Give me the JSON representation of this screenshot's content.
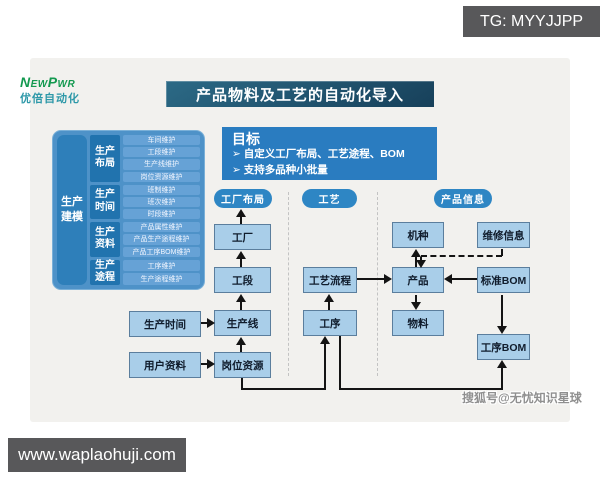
{
  "badges": {
    "top_right": "TG: MYYJJPP",
    "bottom_left": "www.waplaohuji.com"
  },
  "logo": {
    "brand": "NewPwr",
    "subtitle": "优倍自动化"
  },
  "slide": {
    "title": "产品物料及工艺的自动化导入"
  },
  "goals": {
    "heading": "目标",
    "bullet1": "➢ 自定义工厂布局、工艺途程、BOM",
    "bullet2": "➢ 支持多品种小批量"
  },
  "tree": {
    "root": "生产建模",
    "groups": [
      {
        "label": "生产布局",
        "items": [
          "车间维护",
          "工段维护",
          "生产线维护",
          "岗位资源维护"
        ]
      },
      {
        "label": "生产时间",
        "items": [
          "班制维护",
          "班次维护",
          "时段维护"
        ]
      },
      {
        "label": "生产资料",
        "items": [
          "产品属性维护",
          "产品生产途程维护",
          "产品工序BOM维护"
        ]
      },
      {
        "label": "生产途程",
        "items": [
          "工序维护",
          "生产途程维护"
        ]
      }
    ]
  },
  "sections": {
    "factory_layout": "工厂布局",
    "process": "工艺",
    "product_info": "产品信息"
  },
  "flow": {
    "factory": "工厂",
    "segment": "工段",
    "production_line": "生产线",
    "station_resource": "岗位资源",
    "production_time": "生产时间",
    "user_data": "用户资料",
    "process_route": "工艺流程",
    "operation": "工序",
    "model": "机种",
    "product": "产品",
    "material": "物料",
    "repair_info": "维修信息",
    "standard_bom": "标准BOM",
    "operation_bom": "工序BOM"
  },
  "watermark": "搜狐号@无忧知识星球",
  "colors": {
    "accent_blue": "#2e86c4",
    "flow_box_fill": "#a9cee9",
    "tree_background": "#4e92c8",
    "title_bar": "#1d4f68",
    "badge_background": "#58585a",
    "goals_background": "#2a7cc0",
    "brand_green": "#13994f",
    "brand_teal": "#2d98a8"
  }
}
